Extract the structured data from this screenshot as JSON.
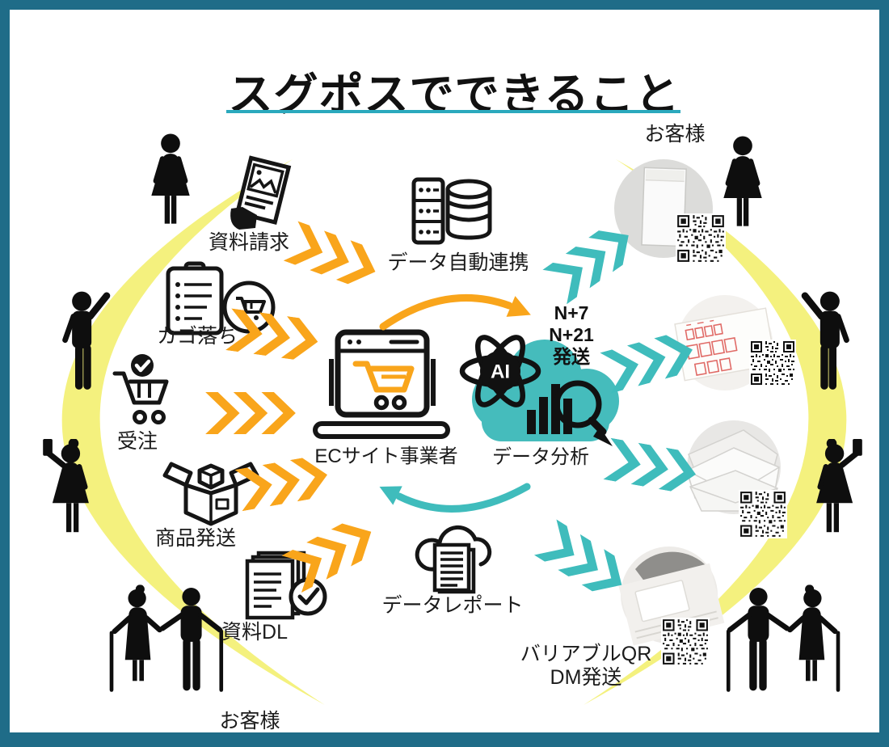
{
  "title": "スグポスでできること",
  "left": {
    "customer_label": "お客様",
    "items": [
      {
        "label": "資料請求",
        "icon": "brochure-request-icon"
      },
      {
        "label": "カゴ落ち",
        "icon": "cart-abandon-icon"
      },
      {
        "label": "受注",
        "icon": "order-received-icon"
      },
      {
        "label": "商品発送",
        "icon": "product-shipping-icon"
      },
      {
        "label": "資料DL",
        "icon": "document-download-icon"
      }
    ]
  },
  "center": {
    "data_sync_label": "データ自動連携",
    "ec_label": "ECサイト事業者",
    "ai_text": "AI",
    "shipping_lines": [
      "N+7",
      "N+21",
      "発送"
    ],
    "analysis_label": "データ分析",
    "report_label": "データレポート"
  },
  "right": {
    "customer_label": "お客様",
    "dm_lines": [
      "バリアブルQR",
      "DM発送"
    ]
  },
  "colors": {
    "orange": "#F9A51B",
    "teal": "#3FBCBC",
    "border": "#1F6C88",
    "underline": "#2BA9BD",
    "yellow_ring": "#F4F17E"
  }
}
